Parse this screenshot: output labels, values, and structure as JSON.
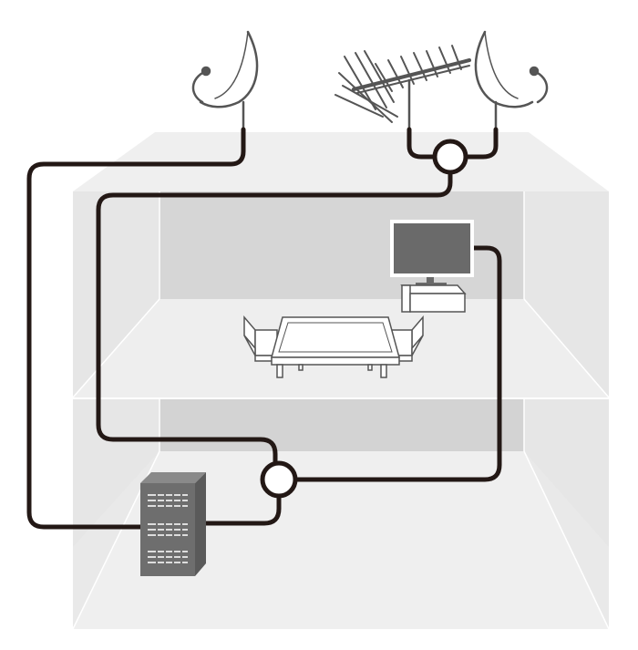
{
  "diagram": {
    "description_free": true,
    "components": [
      {
        "id": "satellite-dish-left",
        "icon": "satellite-dish-icon"
      },
      {
        "id": "uhf-antenna",
        "icon": "antenna-icon"
      },
      {
        "id": "satellite-dish-right",
        "icon": "satellite-dish-icon"
      },
      {
        "id": "mixer-top",
        "icon": "signal-combiner-icon"
      },
      {
        "id": "splitter-bottom",
        "icon": "signal-splitter-icon"
      },
      {
        "id": "tv",
        "icon": "television-icon"
      },
      {
        "id": "tv-stand",
        "icon": "tv-stand-icon"
      },
      {
        "id": "table",
        "icon": "low-table-icon"
      },
      {
        "id": "distribution-unit",
        "icon": "server-rack-icon"
      }
    ],
    "colors": {
      "cable": "#231815",
      "wall_light": "#efefef",
      "wall_mid": "#e3e3e3",
      "wall_dark": "#d3d3d3",
      "device_dark": "#6a6a6a",
      "device_gray": "#8a8a8a"
    }
  }
}
